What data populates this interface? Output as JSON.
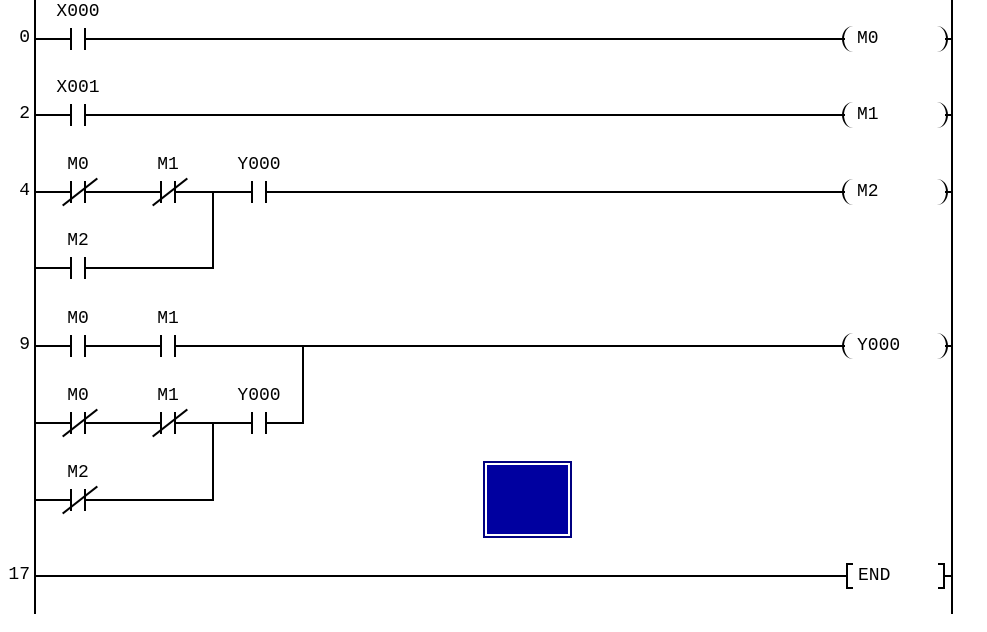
{
  "diagram": {
    "type": "ladder-logic",
    "background_color": "#ffffff",
    "line_color": "#000000"
  },
  "cursor": {
    "fill_color": "#0000A0",
    "border_color": "#000080"
  },
  "rungs": [
    {
      "step": "0",
      "coil": "M0",
      "contacts": [
        {
          "label": "X000",
          "type": "NO"
        }
      ]
    },
    {
      "step": "2",
      "coil": "M1",
      "contacts": [
        {
          "label": "X001",
          "type": "NO"
        }
      ]
    },
    {
      "step": "4",
      "coil": "M2",
      "contacts": [
        {
          "label": "M0",
          "type": "NC"
        },
        {
          "label": "M1",
          "type": "NC"
        },
        {
          "label": "Y000",
          "type": "NO"
        }
      ],
      "branch": {
        "contacts": [
          {
            "label": "M2",
            "type": "NO"
          }
        ]
      }
    },
    {
      "step": "9",
      "coil": "Y000",
      "contacts": [
        {
          "label": "M0",
          "type": "NO"
        },
        {
          "label": "M1",
          "type": "NO"
        }
      ],
      "branch1": {
        "contacts": [
          {
            "label": "M0",
            "type": "NC"
          },
          {
            "label": "M1",
            "type": "NC"
          },
          {
            "label": "Y000",
            "type": "NO"
          }
        ]
      },
      "branch2": {
        "contacts": [
          {
            "label": "M2",
            "type": "NC"
          }
        ]
      }
    },
    {
      "step": "17",
      "instruction": "END"
    }
  ]
}
